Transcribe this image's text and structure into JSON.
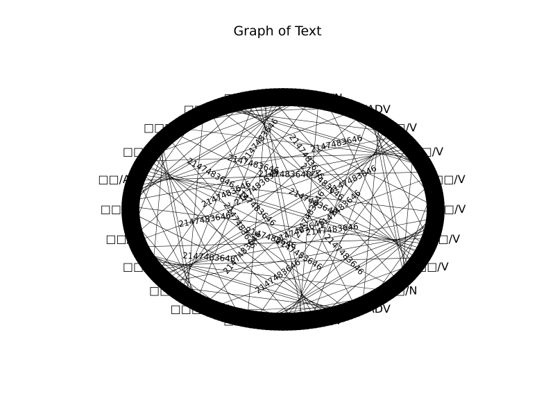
{
  "figure": {
    "title": "Graph of Text"
  },
  "graph": {
    "layout": "circular",
    "node_color": "#000000",
    "edge_color": "#000000",
    "node_labels": [
      "□□/V",
      "□□/V",
      "□□□/V",
      "□□/N",
      "□□/ADV",
      "□□/V",
      "□□/V",
      "□□/N",
      "□□□/ADV",
      "□□/V",
      "□□/V",
      "□□/N",
      "□□/V",
      "□□/ADV",
      "□□/V",
      "□□□/N",
      "□□/V",
      "□□/V",
      "□□/V",
      "□□/N",
      "□□/ADV",
      "□□/V",
      "□□/V",
      "□□□/V"
    ],
    "edge_weights": [
      "2147483646",
      "2147483646",
      "2147483646",
      "2147483646",
      "2147483646",
      "2147483646",
      "2147483646",
      "2147483646",
      "2147483646",
      "2147483646",
      "2147483646",
      "2147483646",
      "2147483646",
      "2147483646",
      "2147483639",
      "2147483646",
      "2147483646",
      "2147483646",
      "2147483646",
      "2147483646",
      "2147483646",
      "2147483646",
      "2147483646",
      "2147483646"
    ]
  }
}
